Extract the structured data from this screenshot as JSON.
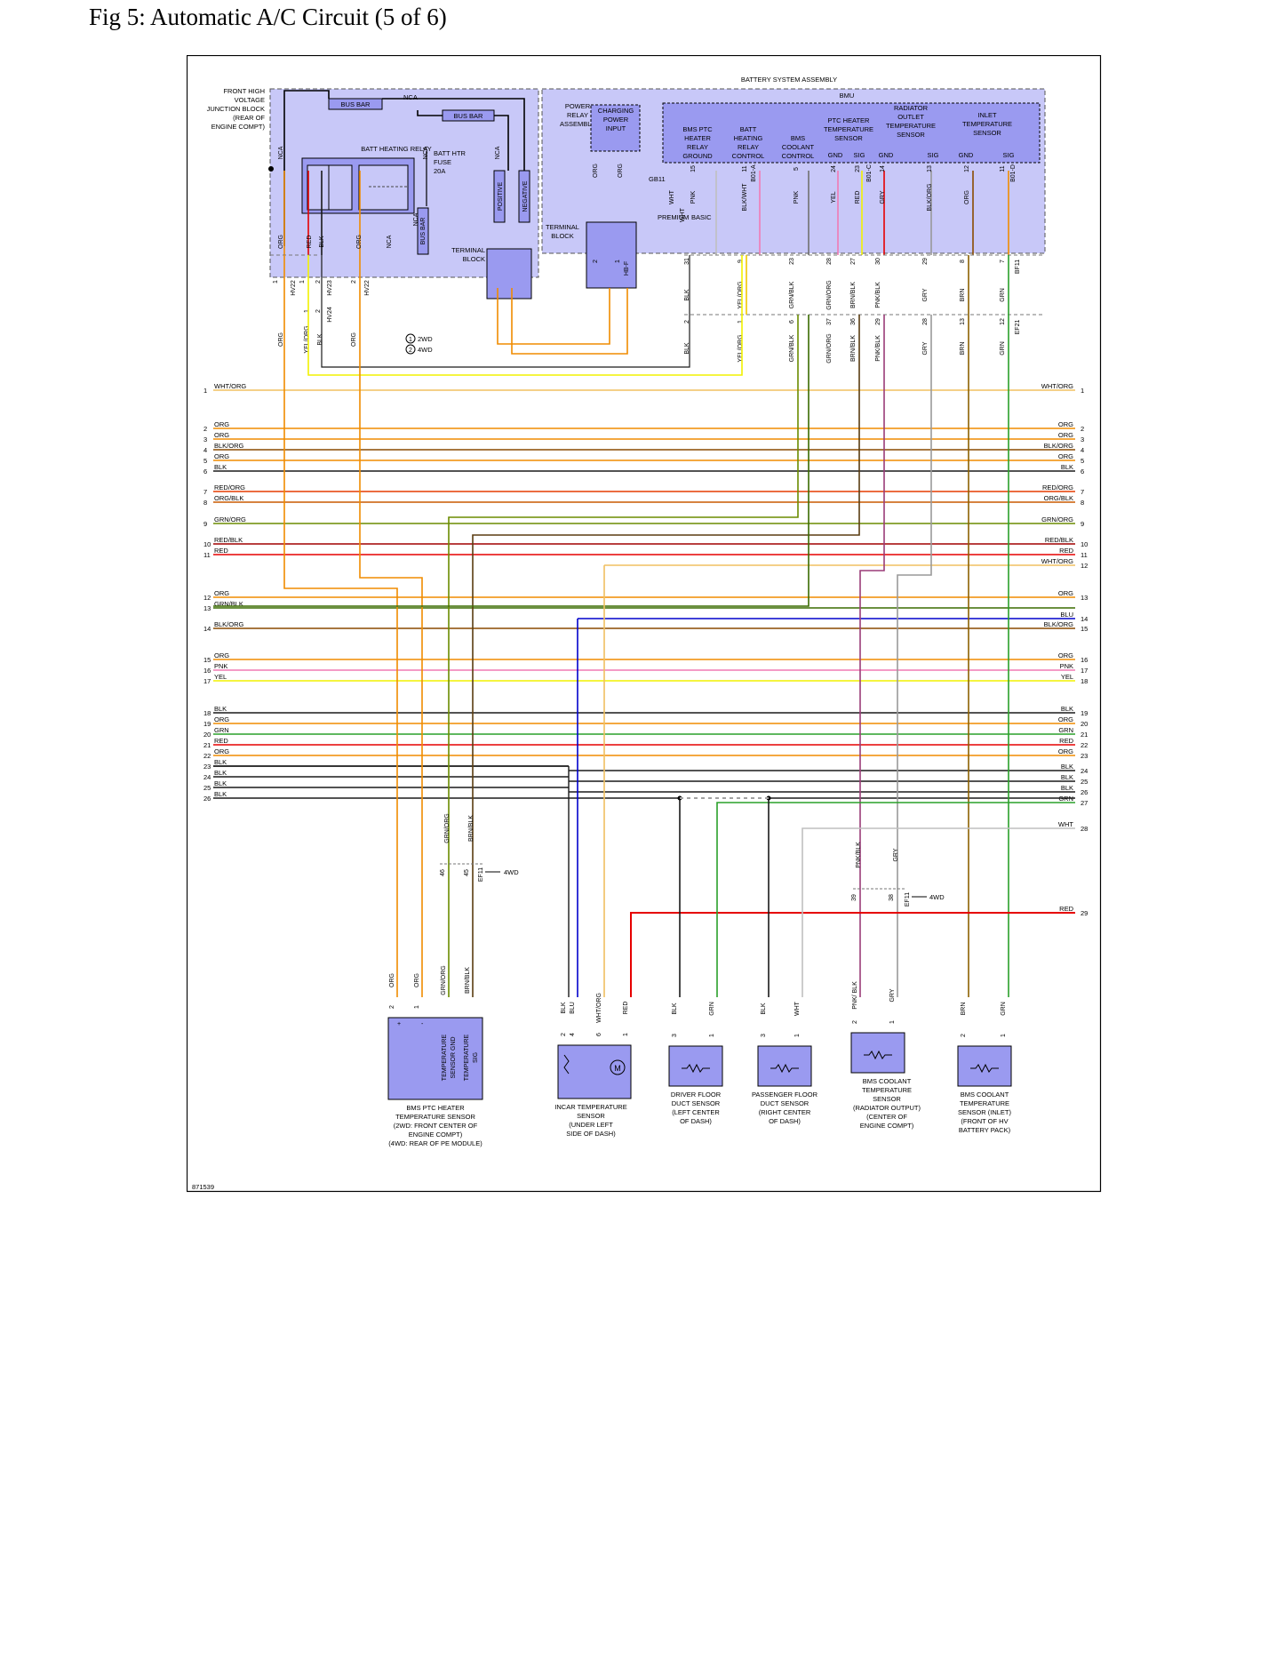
{
  "title": "Fig 5: Automatic A/C Circuit (5 of 6)",
  "figure_id": "871539",
  "colors": {
    "ORG": "#f08c00",
    "YEL": "#f2f200",
    "BLK": "#1a1a1a",
    "RED": "#e60000",
    "PNK": "#f07ab4",
    "GRN": "#2aa02a",
    "GRNORG": "#6b8c00",
    "BLKORG": "#8a4a00",
    "REDORG": "#e63c00",
    "ORGBLK": "#c85a00",
    "REDBLK": "#a00000",
    "GRNBLK": "#3a6b00",
    "BLU": "#0000cc",
    "WHT": "#bfbfbf",
    "WHTORG": "#f0c060",
    "BRNBLK": "#5a3c10",
    "BRN": "#8c6000",
    "GRY": "#999999",
    "PNKBLK": "#9a3c78",
    "YELORG": "#f0c800",
    "BLKWHT": "#707070",
    "GRNBLKLT": "#4a7a1a",
    "box_fill": "#c8c8f8",
    "box_fill_dark": "#9a9af0",
    "box_border": "#2a2a7a"
  },
  "blocks": {
    "fhvjb": [
      "FRONT HIGH",
      "VOLTAGE",
      "JUNCTION BLOCK",
      "(REAR OF",
      "ENGINE COMPT)"
    ],
    "bsa": "BATTERY SYSTEM ASSEMBLY",
    "bmu": "BMU",
    "bus_bar": "BUS BAR",
    "nca": "NCA",
    "batt_heating_relay": "BATT HEATING RELAY",
    "batt_htr_fuse": [
      "BATT HTR",
      "FUSE",
      "20A"
    ],
    "positive": "POSITIVE",
    "negative": "NEGATIVE",
    "terminal_block": [
      "TERMINAL",
      "BLOCK"
    ],
    "power_relay_assembly": [
      "POWER",
      "RELAY",
      "ASSEMBLY"
    ],
    "charging_power_input": [
      "CHARGING",
      "POWER",
      "INPUT"
    ],
    "gb11": "GB11",
    "premium": "PREMIUM",
    "basic": "BASIC",
    "hbf": "HB-F",
    "bmu_labels": {
      "ptc_ground": [
        "BMS PTC",
        "HEATER",
        "RELAY",
        "GROUND"
      ],
      "batt_heating_ctrl": [
        "BATT",
        "HEATING",
        "RELAY",
        "CONTROL"
      ],
      "coolant_ctrl": [
        "BMS",
        "COOLANT",
        "CONTROL"
      ],
      "ptc_temp": [
        "PTC HEATER",
        "TEMPERATURE",
        "SENSOR"
      ],
      "radiator_temp": [
        "RADIATOR",
        "OUTLET",
        "TEMPERATURE",
        "SENSOR"
      ],
      "inlet_temp": [
        "INLET",
        "TEMPERATURE",
        "SENSOR"
      ],
      "gnd": "GND",
      "sig": "SIG"
    },
    "legend": {
      "one": "2WD",
      "two": "4WD",
      "n1": "1",
      "n2": "2"
    },
    "fourwd": "4WD"
  },
  "vertical_labels": {
    "fh": [
      "ORG",
      "RED",
      "BLK",
      "ORG",
      "NCA",
      "NCA",
      "NCA",
      "NCA",
      "NCA",
      "BUS BAR",
      "ORG",
      "ORG",
      "ORG",
      "ORG"
    ],
    "bmu_pins_top": [
      "15",
      "11",
      "5",
      "24",
      "23",
      "14",
      "13",
      "12",
      "11"
    ],
    "bmu_wires_top": [
      "WHT",
      "PNK",
      "BLK/WHT",
      "PNK",
      "YEL",
      "RED",
      "GRY",
      "BLK/ORG",
      "ORG"
    ],
    "bmu_conn_top": [
      "B01-A",
      "B01-C",
      "B01-D"
    ],
    "wht": "WHT"
  },
  "connector_row1": {
    "fh_pins": [
      "1",
      "1",
      "2",
      "2"
    ],
    "fh_conn": [
      "HV22",
      "HV23",
      "HV22"
    ],
    "bmu_pins": [
      "31",
      "9",
      "23",
      "28",
      "27",
      "30",
      "29",
      "8",
      "7"
    ],
    "bmu_wires": [
      "BLK",
      "YEL/ORG",
      "GRN/BLK",
      "GRN/ORG",
      "BRN/BLK",
      "PNK/BLK",
      "GRY",
      "BRN",
      "GRN"
    ],
    "bmu_conn": "BF11",
    "t_pins": [
      "2",
      "1"
    ]
  },
  "connector_row2": {
    "fh_pins": [
      "1",
      "2"
    ],
    "fh_conn": [
      "HV24"
    ],
    "fh_wires": [
      "ORG",
      "YEL/ORG",
      "BLK",
      "ORG"
    ],
    "bmu_pins": [
      "2",
      "1",
      "6",
      "37",
      "36",
      "29",
      "28",
      "13",
      "12"
    ],
    "bmu_wires": [
      "BLK",
      "YEL/ORG",
      "GRN/BLK",
      "GRN/ORG",
      "BRN/BLK",
      "PNK/BLK",
      "GRY",
      "BRN",
      "GRN"
    ],
    "bmu_conn": "EF21"
  },
  "bus_left": [
    {
      "n": "1",
      "label": "WHT/ORG"
    },
    {
      "n": "2",
      "label": "ORG"
    },
    {
      "n": "3",
      "label": "ORG"
    },
    {
      "n": "4",
      "label": "BLK/ORG"
    },
    {
      "n": "5",
      "label": "ORG"
    },
    {
      "n": "6",
      "label": "BLK"
    },
    {
      "n": "7",
      "label": "RED/ORG"
    },
    {
      "n": "8",
      "label": "ORG/BLK"
    },
    {
      "n": "9",
      "label": "GRN/ORG"
    },
    {
      "n": "10",
      "label": "RED/BLK"
    },
    {
      "n": "11",
      "label": "RED"
    },
    {
      "n": "12",
      "label": "ORG"
    },
    {
      "n": "13",
      "label": "GRN/BLK"
    },
    {
      "n": "14",
      "label": "BLK/ORG"
    },
    {
      "n": "15",
      "label": "ORG"
    },
    {
      "n": "16",
      "label": "PNK"
    },
    {
      "n": "17",
      "label": "YEL"
    },
    {
      "n": "18",
      "label": "BLK"
    },
    {
      "n": "19",
      "label": "ORG"
    },
    {
      "n": "20",
      "label": "GRN"
    },
    {
      "n": "21",
      "label": "RED"
    },
    {
      "n": "22",
      "label": "ORG"
    },
    {
      "n": "23",
      "label": "BLK"
    },
    {
      "n": "24",
      "label": "BLK"
    },
    {
      "n": "25",
      "label": "BLK"
    },
    {
      "n": "26",
      "label": "BLK"
    }
  ],
  "bus_right": [
    {
      "n": "1",
      "label": "WHT/ORG"
    },
    {
      "n": "2",
      "label": "ORG"
    },
    {
      "n": "3",
      "label": "ORG"
    },
    {
      "n": "4",
      "label": "BLK/ORG"
    },
    {
      "n": "5",
      "label": "ORG"
    },
    {
      "n": "6",
      "label": "BLK"
    },
    {
      "n": "7",
      "label": "RED/ORG"
    },
    {
      "n": "8",
      "label": "ORG/BLK"
    },
    {
      "n": "9",
      "label": "GRN/ORG"
    },
    {
      "n": "10",
      "label": "RED/BLK"
    },
    {
      "n": "11",
      "label": "RED"
    },
    {
      "n": "12",
      "label": "WHT/ORG"
    },
    {
      "n": "13",
      "label": "ORG"
    },
    {
      "n": "14",
      "label": "BLU"
    },
    {
      "n": "15",
      "label": "BLK/ORG"
    },
    {
      "n": "16",
      "label": "ORG"
    },
    {
      "n": "17",
      "label": "PNK"
    },
    {
      "n": "18",
      "label": "YEL"
    },
    {
      "n": "19",
      "label": "BLK"
    },
    {
      "n": "20",
      "label": "ORG"
    },
    {
      "n": "21",
      "label": "GRN"
    },
    {
      "n": "22",
      "label": "RED"
    },
    {
      "n": "23",
      "label": "ORG"
    },
    {
      "n": "24",
      "label": "BLK"
    },
    {
      "n": "25",
      "label": "BLK"
    },
    {
      "n": "26",
      "label": "BLK"
    },
    {
      "n": "27",
      "label": "GRN"
    },
    {
      "n": "28",
      "label": "WHT"
    },
    {
      "n": "29",
      "label": "RED"
    }
  ],
  "lower_wires": {
    "grnorg": "GRN/ORG",
    "brnblk": "BRN/BLK",
    "pnkblk": "PNK/BLK",
    "gry": "GRY",
    "ef11": "EF11",
    "pins_a": [
      "46",
      "45"
    ],
    "pins_b": [
      "39",
      "38"
    ]
  },
  "components": {
    "ptc": {
      "wires": [
        "ORG",
        "ORG",
        "GRN/ORG",
        "BRN/BLK"
      ],
      "pins": [
        "2",
        "1"
      ],
      "inner": [
        "+",
        "-",
        "TEMPERATURE",
        "SENSOR GND",
        "TEMPERATURE",
        "SIG"
      ],
      "caption": [
        "BMS PTC HEATER",
        "TEMPERATURE SENSOR",
        "(2WD: FRONT CENTER OF",
        "ENGINE COMPT)",
        "(4WD: REAR OF PE MODULE)"
      ]
    },
    "incar": {
      "wires": [
        "BLK",
        "BLU",
        "WHT/ORG",
        "RED"
      ],
      "pins": [
        "2",
        "4",
        "6",
        "1"
      ],
      "motor": "M",
      "caption": [
        "INCAR TEMPERATURE",
        "SENSOR",
        "(UNDER LEFT",
        "SIDE OF DASH)"
      ]
    },
    "driver": {
      "wires": [
        "BLK",
        "GRN"
      ],
      "pins": [
        "3",
        "1"
      ],
      "caption": [
        "DRIVER FLOOR",
        "DUCT SENSOR",
        "(LEFT CENTER",
        "OF DASH)"
      ]
    },
    "passenger": {
      "wires": [
        "BLK",
        "WHT"
      ],
      "pins": [
        "3",
        "1"
      ],
      "caption": [
        "PASSENGER FLOOR",
        "DUCT SENSOR",
        "(RIGHT CENTER",
        "OF DASH)"
      ]
    },
    "radiator": {
      "wires": [
        "PNK/ BLK",
        "GRY"
      ],
      "pins": [
        "2",
        "1"
      ],
      "caption": [
        "BMS COOLANT",
        "TEMPERATURE",
        "SENSOR",
        "(RADIATOR OUTPUT)",
        "(CENTER OF",
        "ENGINE COMPT)"
      ]
    },
    "inlet": {
      "wires": [
        "BRN",
        "GRN"
      ],
      "pins": [
        "2",
        "1"
      ],
      "caption": [
        "BMS COOLANT",
        "TEMPERATURE",
        "SENSOR (INLET)",
        "(FRONT OF HV",
        "BATTERY PACK)"
      ]
    }
  }
}
